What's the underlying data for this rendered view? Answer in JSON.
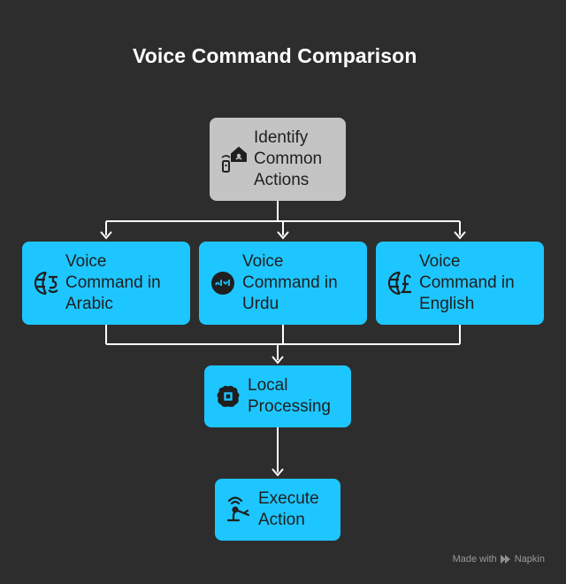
{
  "title": "Voice Command Comparison",
  "nodes": {
    "identify": {
      "label_lines": [
        "Identify",
        "Common",
        "Actions"
      ],
      "icon": "smart-home-remote-icon"
    },
    "arabic": {
      "label_lines": [
        "Voice",
        "Command in",
        "Arabic"
      ],
      "icon": "globe-currency-icon"
    },
    "urdu": {
      "label_lines": [
        "Voice",
        "Command in",
        "Urdu"
      ],
      "icon": "halal-badge-icon"
    },
    "english": {
      "label_lines": [
        "Voice",
        "Command in",
        "English"
      ],
      "icon": "globe-pound-icon"
    },
    "local": {
      "label_lines": [
        "Local",
        "Processing"
      ],
      "icon": "brain-chip-icon"
    },
    "execute": {
      "label_lines": [
        "Execute",
        "Action"
      ],
      "icon": "robotic-arm-icon"
    }
  },
  "colors": {
    "background": "#2d2d2d",
    "grey_box": "#c4c4c4",
    "blue_box": "#1ec6ff",
    "connector": "#ffffff"
  },
  "footer": {
    "made_with": "Made with",
    "brand": "Napkin"
  }
}
